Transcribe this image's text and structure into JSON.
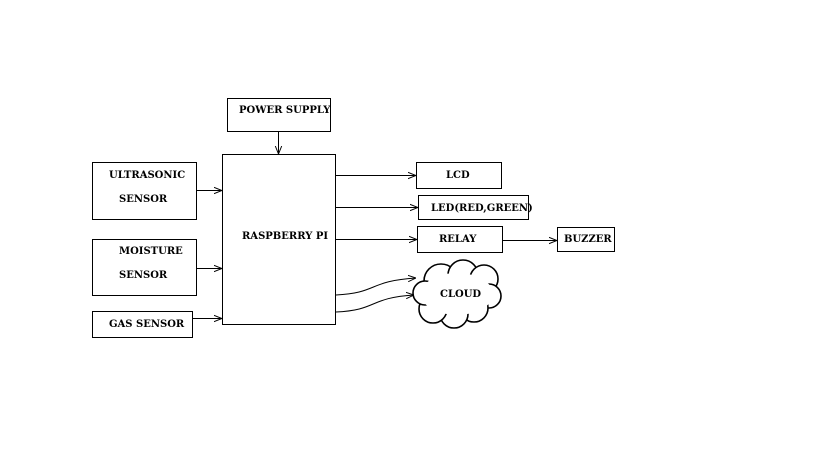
{
  "blocks": {
    "power_supply": "POWER SUPPLY",
    "ultrasonic_line1": "ULTRASONIC",
    "ultrasonic_line2": "SENSOR",
    "moisture_line1": "MOISTURE",
    "moisture_line2": "SENSOR",
    "gas_sensor": "GAS SENSOR",
    "raspberry_pi": "RASPBERRY PI",
    "lcd": "LCD",
    "led": "LED(RED,GREEN)",
    "relay": "RELAY",
    "buzzer": "BUZZER",
    "cloud": "CLOUD"
  },
  "colors": {
    "stroke": "#000000",
    "fill": "#ffffff"
  }
}
